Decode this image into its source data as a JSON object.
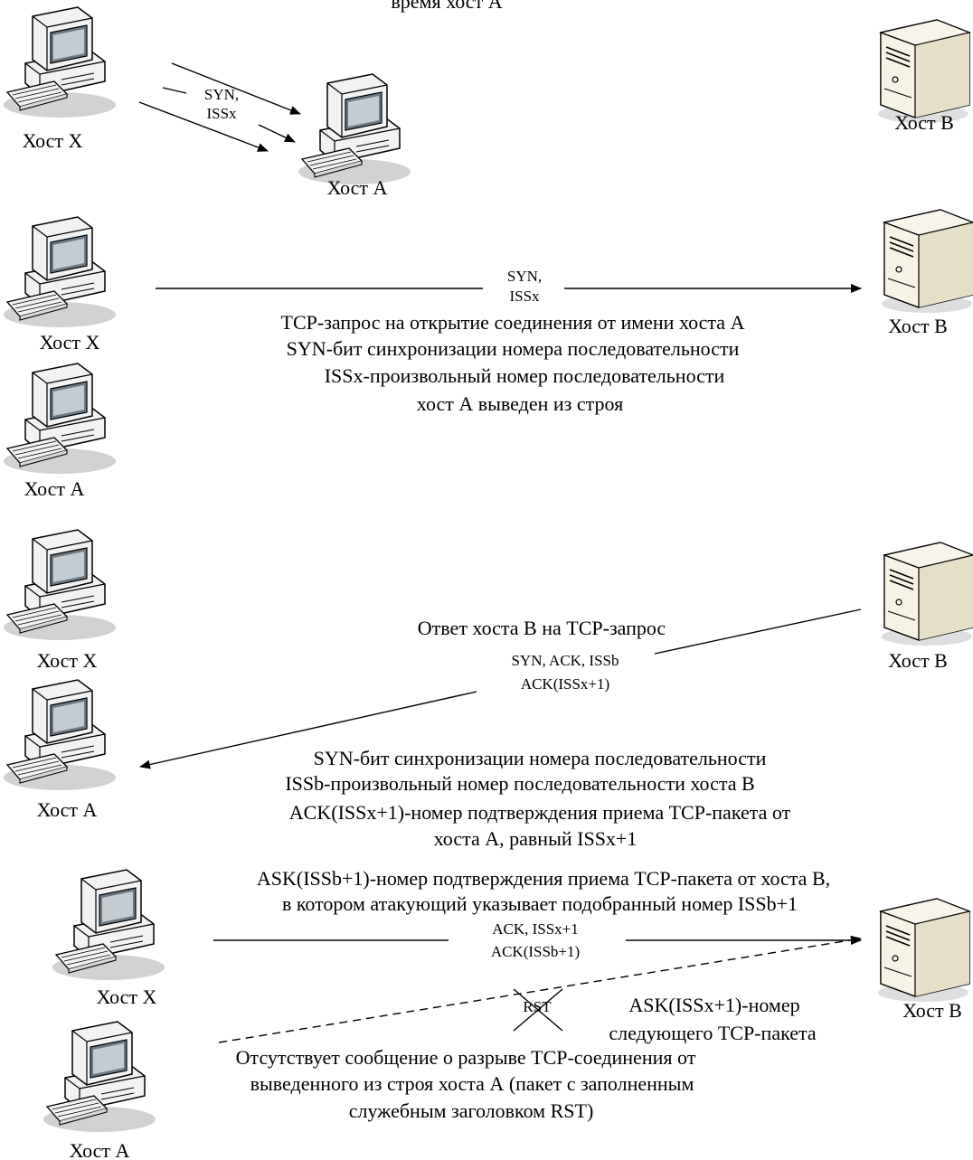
{
  "top_caption_fragment": "время хост А",
  "hosts": {
    "x": "Хост X",
    "a": "Хост А",
    "b": "Хост B",
    "b_alt": "Хост В"
  },
  "scene1": {
    "packet": [
      "SYN,",
      "ISSx"
    ]
  },
  "scene2": {
    "packet": [
      "SYN,",
      "ISSx"
    ],
    "notes": [
      "TCP-запрос на открытие соединения от имени хоста А",
      "SYN-бит синхронизации номера последовательности",
      "ISSx-произвольный номер последовательности",
      "хост А выведен из строя"
    ]
  },
  "scene3": {
    "title": "Ответ хоста В на TCP-запрос",
    "packet": [
      "SYN, ACK, ISSb",
      "ACK(ISSx+1)"
    ],
    "notes": [
      "SYN-бит синхронизации номера последовательности",
      "ISSb-произвольный номер последовательности хоста В",
      "ACK(ISSx+1)-номер подтверждения приема TCP-пакета от",
      "хоста А, равный ISSx+1"
    ]
  },
  "scene4": {
    "notes_top": [
      "ASK(ISSb+1)-номер подтверждения приема TCP-пакета от хоста В,",
      "в котором атакующий указывает подобранный номер ISSb+1"
    ],
    "packet": [
      "ACK, ISSx+1",
      "ACK(ISSb+1)"
    ],
    "rst": "RST",
    "next_packet": [
      "ASK(ISSx+1)-номер",
      "следующего TCP-пакета"
    ],
    "notes_bottom": [
      "Отсутствует сообщение о разрыве TCP-соединения от",
      "выведенного из строя хоста А (пакет с заполненным",
      "служебным заголовком RST)"
    ]
  }
}
